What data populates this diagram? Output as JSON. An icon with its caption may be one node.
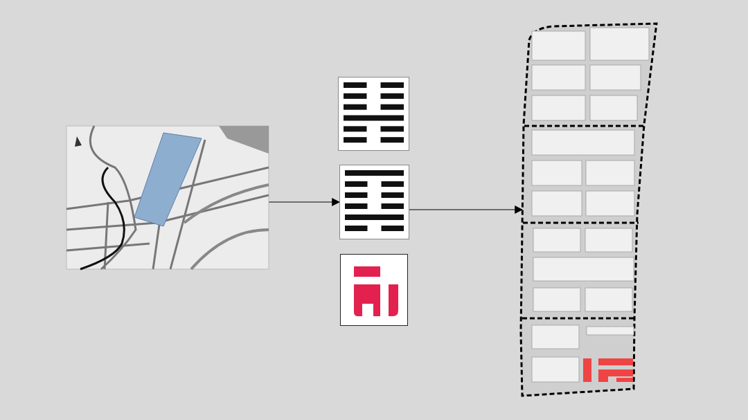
{
  "diagram": {
    "nodes": [
      {
        "text": [],
        "shape": "picture"
      },
      {
        "text": [],
        "shape": "picture"
      },
      {
        "text": [],
        "shape": "picture"
      },
      {
        "text": [],
        "shape": "picture"
      },
      {
        "text": [],
        "shape": "picture"
      }
    ],
    "edges": [
      {
        "from": 0,
        "to": 2,
        "arrow": "to"
      },
      {
        "from": 2,
        "to": 4,
        "arrow": "to"
      }
    ]
  }
}
